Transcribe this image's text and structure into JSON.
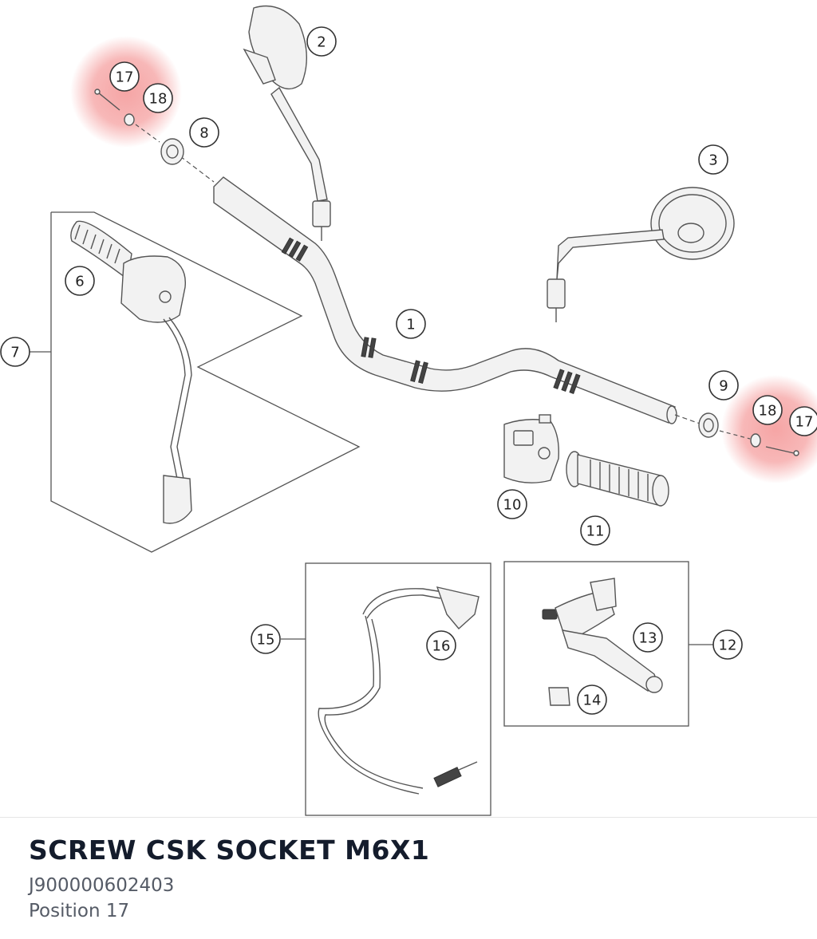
{
  "diagram": {
    "highlight_color": "#f5a0a0",
    "callouts": [
      {
        "id": "c1",
        "label": "1"
      },
      {
        "id": "c2",
        "label": "2"
      },
      {
        "id": "c3",
        "label": "3"
      },
      {
        "id": "c6",
        "label": "6"
      },
      {
        "id": "c7",
        "label": "7"
      },
      {
        "id": "c8",
        "label": "8"
      },
      {
        "id": "c9",
        "label": "9"
      },
      {
        "id": "c10",
        "label": "10"
      },
      {
        "id": "c11",
        "label": "11"
      },
      {
        "id": "c12",
        "label": "12"
      },
      {
        "id": "c13",
        "label": "13"
      },
      {
        "id": "c14",
        "label": "14"
      },
      {
        "id": "c15",
        "label": "15"
      },
      {
        "id": "c16",
        "label": "16"
      },
      {
        "id": "c17a",
        "label": "17"
      },
      {
        "id": "c18a",
        "label": "18"
      },
      {
        "id": "c17b",
        "label": "17"
      },
      {
        "id": "c18b",
        "label": "18"
      }
    ]
  },
  "part": {
    "title": "SCREW CSK SOCKET M6X1",
    "number": "J900000602403",
    "position": "Position 17"
  }
}
